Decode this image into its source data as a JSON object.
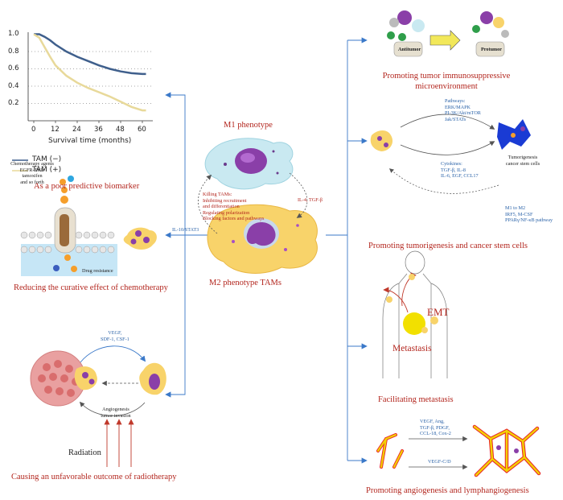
{
  "colors": {
    "accent_red": "#b3261e",
    "arrow_blue": "#3b79c9",
    "km_blue": "#3f5f8c",
    "km_yellow": "#e8d99a",
    "cell_yellow": "#f8d36a",
    "cell_purple": "#8a3fa8"
  },
  "chart": {
    "xlabel": "Survival time (months)",
    "yticks": [
      "1.0",
      "0.8",
      "0.6",
      "0.4",
      "0.2"
    ],
    "xticks": [
      "0",
      "12",
      "24",
      "36",
      "48",
      "60"
    ],
    "legend": [
      "TAM (−)",
      "TAM (+)"
    ]
  },
  "chart_data": {
    "type": "line",
    "xlabel": "Survival time (months)",
    "ylabel": "",
    "xlim": [
      0,
      62
    ],
    "ylim": [
      0,
      1.0
    ],
    "series": [
      {
        "name": "TAM (−)",
        "x": [
          0,
          3,
          6,
          9,
          12,
          18,
          24,
          30,
          36,
          42,
          48,
          54,
          60,
          62
        ],
        "values": [
          1.0,
          1.0,
          0.97,
          0.93,
          0.88,
          0.8,
          0.74,
          0.69,
          0.64,
          0.6,
          0.57,
          0.55,
          0.54,
          0.54
        ]
      },
      {
        "name": "TAM (+)",
        "x": [
          0,
          3,
          6,
          9,
          12,
          18,
          24,
          30,
          36,
          42,
          48,
          54,
          60,
          62
        ],
        "values": [
          1.0,
          0.96,
          0.85,
          0.74,
          0.64,
          0.52,
          0.44,
          0.38,
          0.33,
          0.28,
          0.22,
          0.16,
          0.12,
          0.12
        ]
      }
    ]
  },
  "labels": {
    "predictive": "As a poor predictive biomarker",
    "chemo_agents": [
      "Chemotherapy agents",
      "EGFR-TKIs",
      "tamoxifen",
      "and so forth"
    ],
    "drug_resistance": "Drug resistance",
    "il10": "IL-10/STAT3",
    "chemo_title": "Reducing the curative effect of chemotherapy",
    "radio_factors": [
      "VEGF,",
      "SDF-1, CSF-1"
    ],
    "angio_invasion": [
      "Angiogenesis",
      "tumor invasion"
    ],
    "radiation": "Radiation",
    "radio_title": "Causing an unfavorable outcome of radiotherapy",
    "m1": "M1 phenotype",
    "m2": "M2 phenotype TAMs",
    "m1_to_m2": "IL-4, TGF-β",
    "m2_to_m1": [
      "Killing TAMs:",
      "Inhibiting recruitment",
      "and differentiation",
      "Regulating polarization",
      "Blocking factors and pathways"
    ],
    "antitumor": "Antitumor",
    "protumor": "Protumor",
    "immuno_title": [
      "Promoting tumor immunosuppressive",
      "microenvironment"
    ],
    "pathways": [
      "Pathways:",
      "ERK/MAPK",
      "PI-3K/Akt/mTOR",
      "Jak/STATs"
    ],
    "cytokines": [
      "Cytokines:",
      "TGF-β, IL-8",
      "IL-6, EGF, CCL17"
    ],
    "csc": [
      "Tumorigenesis",
      "cancer stem cells"
    ],
    "m1m2_path": [
      "M1 to M2",
      "IRF5, M-CSF",
      "PPARγ/NF-κB pathway"
    ],
    "tumorigenesis_title": "Promoting tumorigenesis and cancer stem cells",
    "emt": "EMT",
    "metastasis": "Metastasis",
    "metastasis_title": "Facilitating metastasis",
    "angio_factors": [
      "VEGF, Ang,",
      "TGF-β, PDGF,",
      "CCL-18, Cox-2"
    ],
    "vegfcd": "VEGF-C/D",
    "angio_title": "Promoting angiogenesis and lymphangiogenesis"
  }
}
